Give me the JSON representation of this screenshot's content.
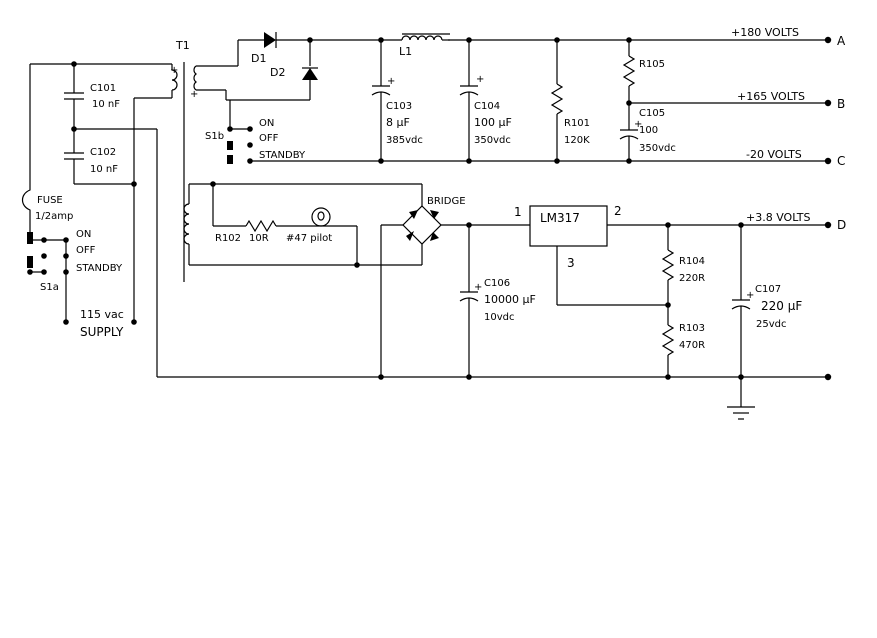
{
  "transformer": {
    "ref": "T1",
    "plus_top": "+",
    "plus_bottom": "+"
  },
  "diodes": {
    "d1": "D1",
    "d2": "D2"
  },
  "inductor": "L1",
  "outputs": [
    {
      "voltage": "+180 VOLTS",
      "terminal": "A"
    },
    {
      "voltage": "+165 VOLTS",
      "terminal": "B"
    },
    {
      "voltage": "-20 VOLTS",
      "terminal": "C"
    },
    {
      "voltage": "+3.8 VOLTS",
      "terminal": "D"
    }
  ],
  "capacitors": {
    "c101": {
      "ref": "C101",
      "value": "10  nF"
    },
    "c102": {
      "ref": "C102",
      "value": "10 nF"
    },
    "c103": {
      "ref": "C103",
      "value": "8 µF",
      "rating": "385vdc",
      "plus": "+"
    },
    "c104": {
      "ref": "C104",
      "value": "100 µF",
      "rating": "350vdc",
      "plus": "+"
    },
    "c105": {
      "ref": "C105",
      "value": "100",
      "rating": "350vdc",
      "plus": "+"
    },
    "c106": {
      "ref": "C106",
      "value": "10000 µF",
      "rating": "10vdc",
      "plus": "+"
    },
    "c107": {
      "ref": "C107",
      "value": "220   µF",
      "rating": "25vdc",
      "plus": "+"
    }
  },
  "resistors": {
    "r101": {
      "ref": "R101",
      "value": "120K"
    },
    "r102": {
      "ref": "R102",
      "value": "10R"
    },
    "r103": {
      "ref": "R103",
      "value": "470R"
    },
    "r104": {
      "ref": "R104",
      "value": "220R"
    },
    "r105": {
      "ref": "R105"
    }
  },
  "switch_s1a": {
    "ref": "S1a",
    "on": "ON",
    "off": "OFF",
    "standby": "STANDBY"
  },
  "switch_s1b": {
    "ref": "S1b",
    "on": "ON",
    "off": "OFF",
    "standby": "STANDBY"
  },
  "fuse": {
    "label": "FUSE",
    "rating": "1/2amp"
  },
  "supply": {
    "voltage": "115 vac",
    "label": "SUPPLY"
  },
  "pilot": "#47 pilot",
  "bridge": "BRIDGE",
  "regulator": {
    "label": "LM317",
    "pin1": "1",
    "pin2": "2",
    "pin3": "3"
  }
}
